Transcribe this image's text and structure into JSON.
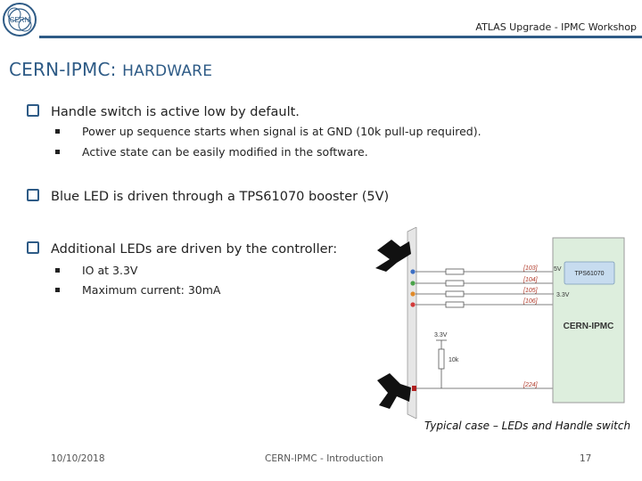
{
  "header": {
    "logo_text": "CERN",
    "title": "ATLAS Upgrade - IPMC Workshop"
  },
  "slide": {
    "title_main": "CERN-IPMC: ",
    "title_sub": "HARDWARE"
  },
  "bullets": [
    {
      "text": "Handle switch is active low by default.",
      "subs": [
        "Power up sequence starts when signal is at GND (10k pull-up required).",
        "Active state can be easily modified in the software."
      ]
    },
    {
      "text": "Blue LED is driven through a TPS61070 booster (5V)",
      "subs": []
    },
    {
      "text": "Additional LEDs are driven by the controller:",
      "subs": [
        "IO at 3.3V",
        "Maximum current: 30mA"
      ]
    }
  ],
  "diagram": {
    "pin_labels": [
      "[103]",
      "[104]",
      "[105]",
      "[106]",
      "[224]"
    ],
    "booster_label": "TPS61070",
    "five_v": "5V",
    "three_v_booster": "3.3V",
    "controller_label": "CERN-IPMC",
    "supply_label": "3.3V",
    "resistor_label": "10k",
    "led_colors": [
      "#3d6fc4",
      "#4aa34a",
      "#e08a2a",
      "#d23b3b"
    ],
    "switch_color": "#b02020"
  },
  "caption": "Typical case – LEDs and Handle switch",
  "footer": {
    "date": "10/10/2018",
    "center": "CERN-IPMC - Introduction",
    "page": "17"
  }
}
